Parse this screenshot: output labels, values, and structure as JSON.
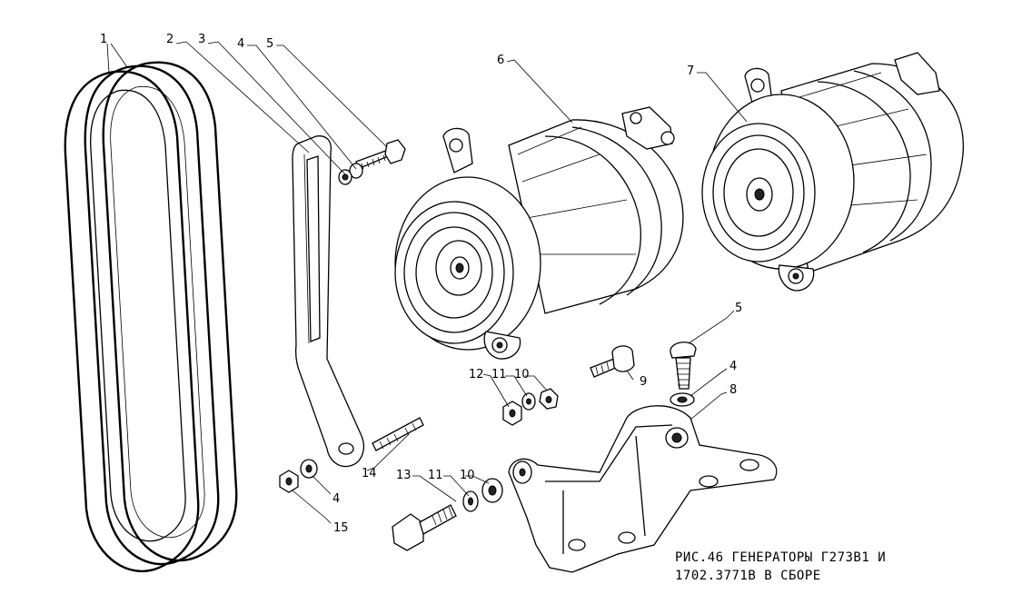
{
  "labels": {
    "belt": "1",
    "bracket_strap": "2",
    "strap_item_3": "3",
    "washer_top": "4",
    "bolt_top": "5",
    "generator_g273v1": "6",
    "generator_1702": "7",
    "mount_bracket": "8",
    "stud_9": "9",
    "washer_10_top": "10",
    "spring_washer_11_top": "11",
    "nut_12": "12",
    "bolt_13": "13",
    "stud_14": "14",
    "nut_15": "15",
    "bolt_5_right": "5",
    "washer_4_right": "4",
    "washer_4_bottom": "4",
    "spring_washer_11_bottom": "11",
    "washer_10_bottom": "10"
  },
  "caption": {
    "line1": "РИС.46 ГЕНЕРАТОРЫ Г273В1 И",
    "line2": "1702.3771В В СБОРЕ"
  }
}
